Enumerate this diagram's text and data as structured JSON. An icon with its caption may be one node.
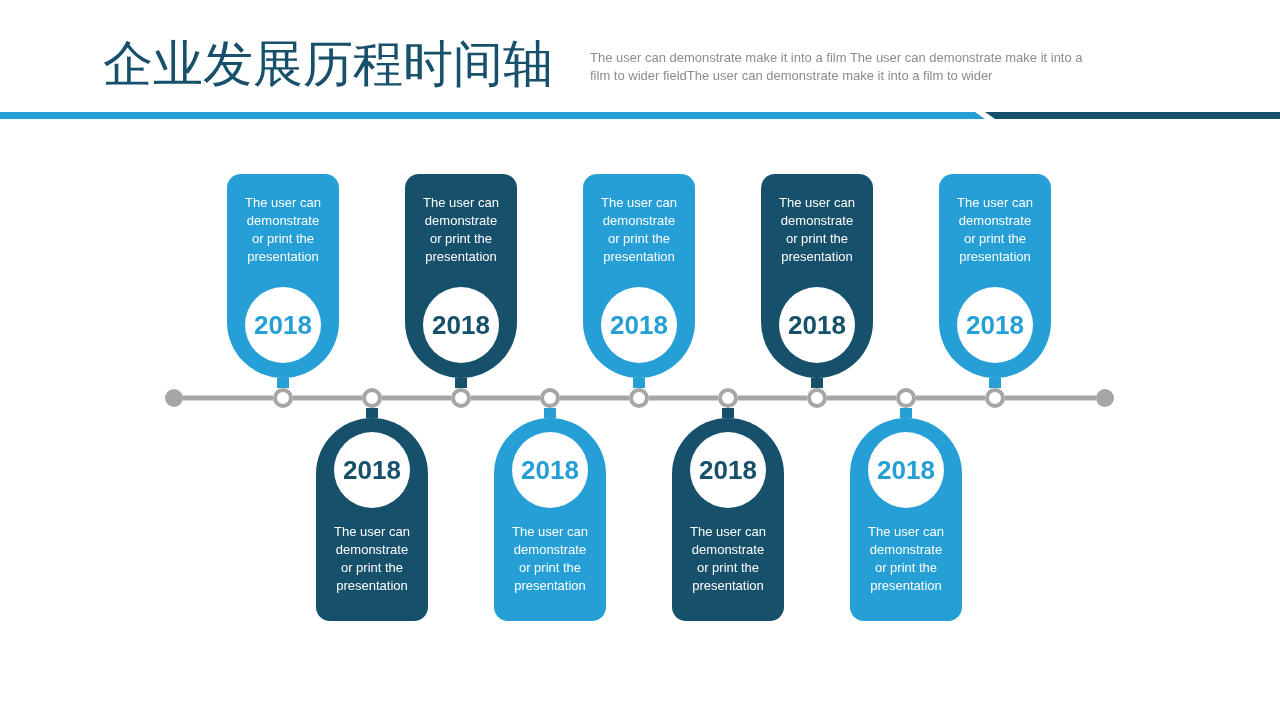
{
  "diagram": {
    "title": "企业发展历程时间轴",
    "nodes": [
      {
        "text": [
          "The user can demonstrate or print the presentation",
          "2018"
        ]
      },
      {
        "text": [
          "2018",
          "The user can demonstrate or print the presentation"
        ]
      },
      {
        "text": [
          "The user can demonstrate or print the presentation",
          "2018"
        ]
      },
      {
        "text": [
          "2018",
          "The user can demonstrate or print the presentation"
        ]
      },
      {
        "text": [
          "The user can demonstrate or print the presentation",
          "2018"
        ]
      },
      {
        "text": [
          "2018",
          "The user can demonstrate or print the presentation"
        ]
      },
      {
        "text": [
          "The user can demonstrate or print the presentation",
          "2018"
        ]
      },
      {
        "text": [
          "2018",
          "The user can demonstrate or print the presentation"
        ]
      },
      {
        "text": [
          "The user can demonstrate or print the presentation",
          "2018"
        ]
      },
      {
        "text": [],
        "shape": "circle"
      },
      {
        "text": [],
        "shape": "circle"
      },
      {
        "text": [],
        "shape": "circle"
      },
      {
        "text": [],
        "shape": "circle"
      },
      {
        "text": [],
        "shape": "circle"
      },
      {
        "text": [],
        "shape": "circle"
      },
      {
        "text": [],
        "shape": "circle"
      },
      {
        "text": [],
        "shape": "circle"
      },
      {
        "text": [],
        "shape": "circle"
      },
      {
        "text": [],
        "shape": "circle"
      },
      {
        "text": [],
        "shape": "circle"
      }
    ],
    "edges": [
      {
        "from": 9,
        "to": 10,
        "arrow": "none"
      },
      {
        "from": 10,
        "to": 11,
        "arrow": "none"
      },
      {
        "from": 11,
        "to": 12,
        "arrow": "none"
      },
      {
        "from": 12,
        "to": 13,
        "arrow": "none"
      },
      {
        "from": 13,
        "to": 14,
        "arrow": "none"
      },
      {
        "from": 14,
        "to": 15,
        "arrow": "none"
      },
      {
        "from": 15,
        "to": 16,
        "arrow": "none"
      },
      {
        "from": 16,
        "to": 17,
        "arrow": "none"
      },
      {
        "from": 17,
        "to": 18,
        "arrow": "none"
      },
      {
        "from": 18,
        "to": 19,
        "arrow": "none"
      },
      {
        "from": 0,
        "to": 10,
        "arrow": "none",
        "style": "thick",
        "color": "#259fd6"
      },
      {
        "from": 1,
        "to": 11,
        "arrow": "none",
        "style": "thick",
        "color": "#16506b"
      },
      {
        "from": 2,
        "to": 12,
        "arrow": "none",
        "style": "thick",
        "color": "#16506b"
      },
      {
        "from": 3,
        "to": 13,
        "arrow": "none",
        "style": "thick",
        "color": "#259fd6"
      },
      {
        "from": 4,
        "to": 14,
        "arrow": "none",
        "style": "thick",
        "color": "#259fd6"
      },
      {
        "from": 5,
        "to": 15,
        "arrow": "none",
        "style": "thick",
        "color": "#16506b"
      },
      {
        "from": 6,
        "to": 16,
        "arrow": "none",
        "style": "thick",
        "color": "#16506b"
      },
      {
        "from": 7,
        "to": 17,
        "arrow": "none",
        "style": "thick",
        "color": "#259fd6"
      },
      {
        "from": 8,
        "to": 18,
        "arrow": "none",
        "style": "thick",
        "color": "#259fd6"
      }
    ],
    "labels": [
      "The user can demonstrate make it into a film The user can demonstrate make it into a film to wider fieldThe user can demonstrate make it into a film to wider"
    ]
  }
}
